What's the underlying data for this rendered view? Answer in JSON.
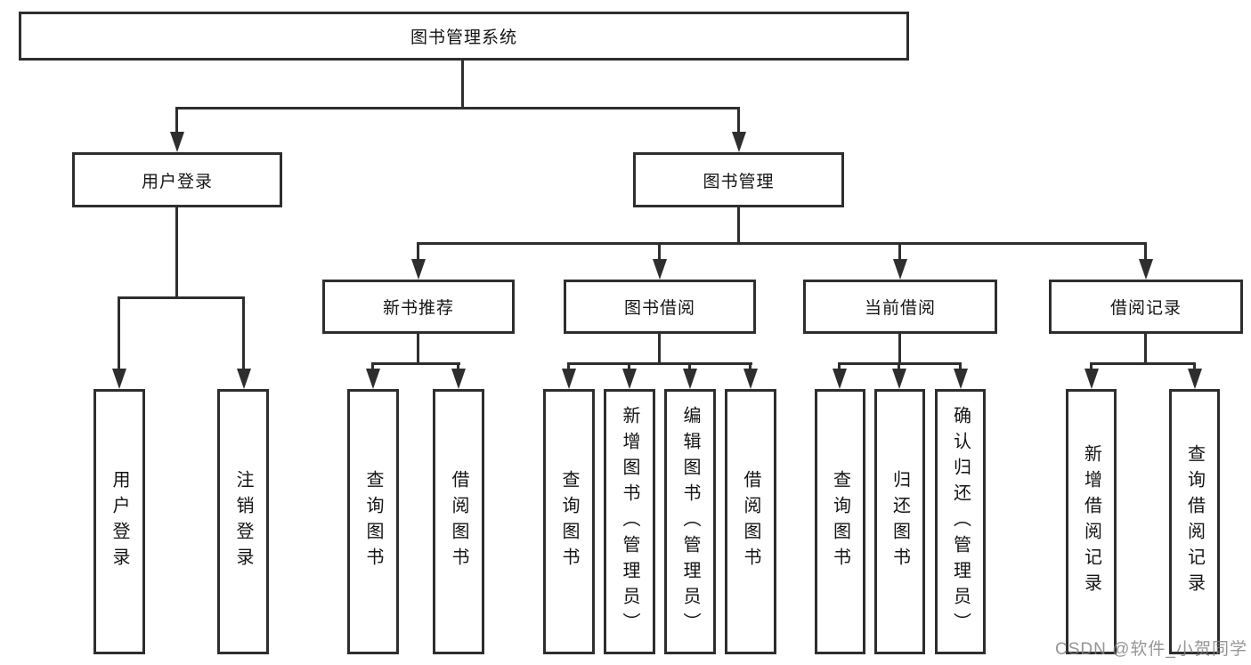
{
  "diagram": {
    "title_node": "图书管理系统",
    "level2": {
      "user_login": "用户登录",
      "book_mgmt": "图书管理"
    },
    "level3": {
      "new_book_rec": "新书推荐",
      "book_borrow": "图书借阅",
      "current_borrow": "当前借阅",
      "borrow_records": "借阅记录"
    },
    "leaves": {
      "leaf_user_login": "用户登录",
      "leaf_logout": "注销登录",
      "nbr_query": "查询图书",
      "nbr_borrow": "借阅图书",
      "bb_query": "查询图书",
      "bb_add": "新增图书（管理员）",
      "bb_edit": "编辑图书（管理员）",
      "bb_borrow": "借阅图书",
      "cb_query": "查询图书",
      "cb_return": "归还图书",
      "cb_confirm": "确认归还（管理员）",
      "br_add": "新增借阅记录",
      "br_query": "查询借阅记录"
    }
  },
  "watermark": "CSDN @软件_小贺同学",
  "colors": {
    "line": "#2e2e2e",
    "text": "#141414",
    "background": "#ffffff",
    "watermark": "#828282"
  }
}
